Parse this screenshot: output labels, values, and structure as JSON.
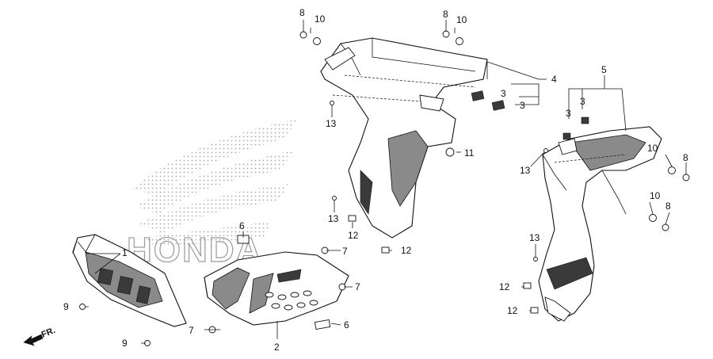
{
  "watermark": {
    "text": "HONDA"
  },
  "direction_marker": {
    "label": "FR."
  },
  "callouts": {
    "c1": "1",
    "c2": "2",
    "c3a": "3",
    "c3b": "3",
    "c3c": "3",
    "c3d": "3",
    "c4": "4",
    "c5": "5",
    "c6a": "6",
    "c6b": "6",
    "c7a": "7",
    "c7b": "7",
    "c7c": "7",
    "c8a": "8",
    "c8b": "8",
    "c8c": "8",
    "c8d": "8",
    "c9a": "9",
    "c9b": "9",
    "c10a": "10",
    "c10b": "10",
    "c10c": "10",
    "c10d": "10",
    "c11": "11",
    "c12a": "12",
    "c12b": "12",
    "c12c": "12",
    "c12d": "12",
    "c13a": "13",
    "c13b": "13",
    "c13c": "13",
    "c13d": "13"
  }
}
